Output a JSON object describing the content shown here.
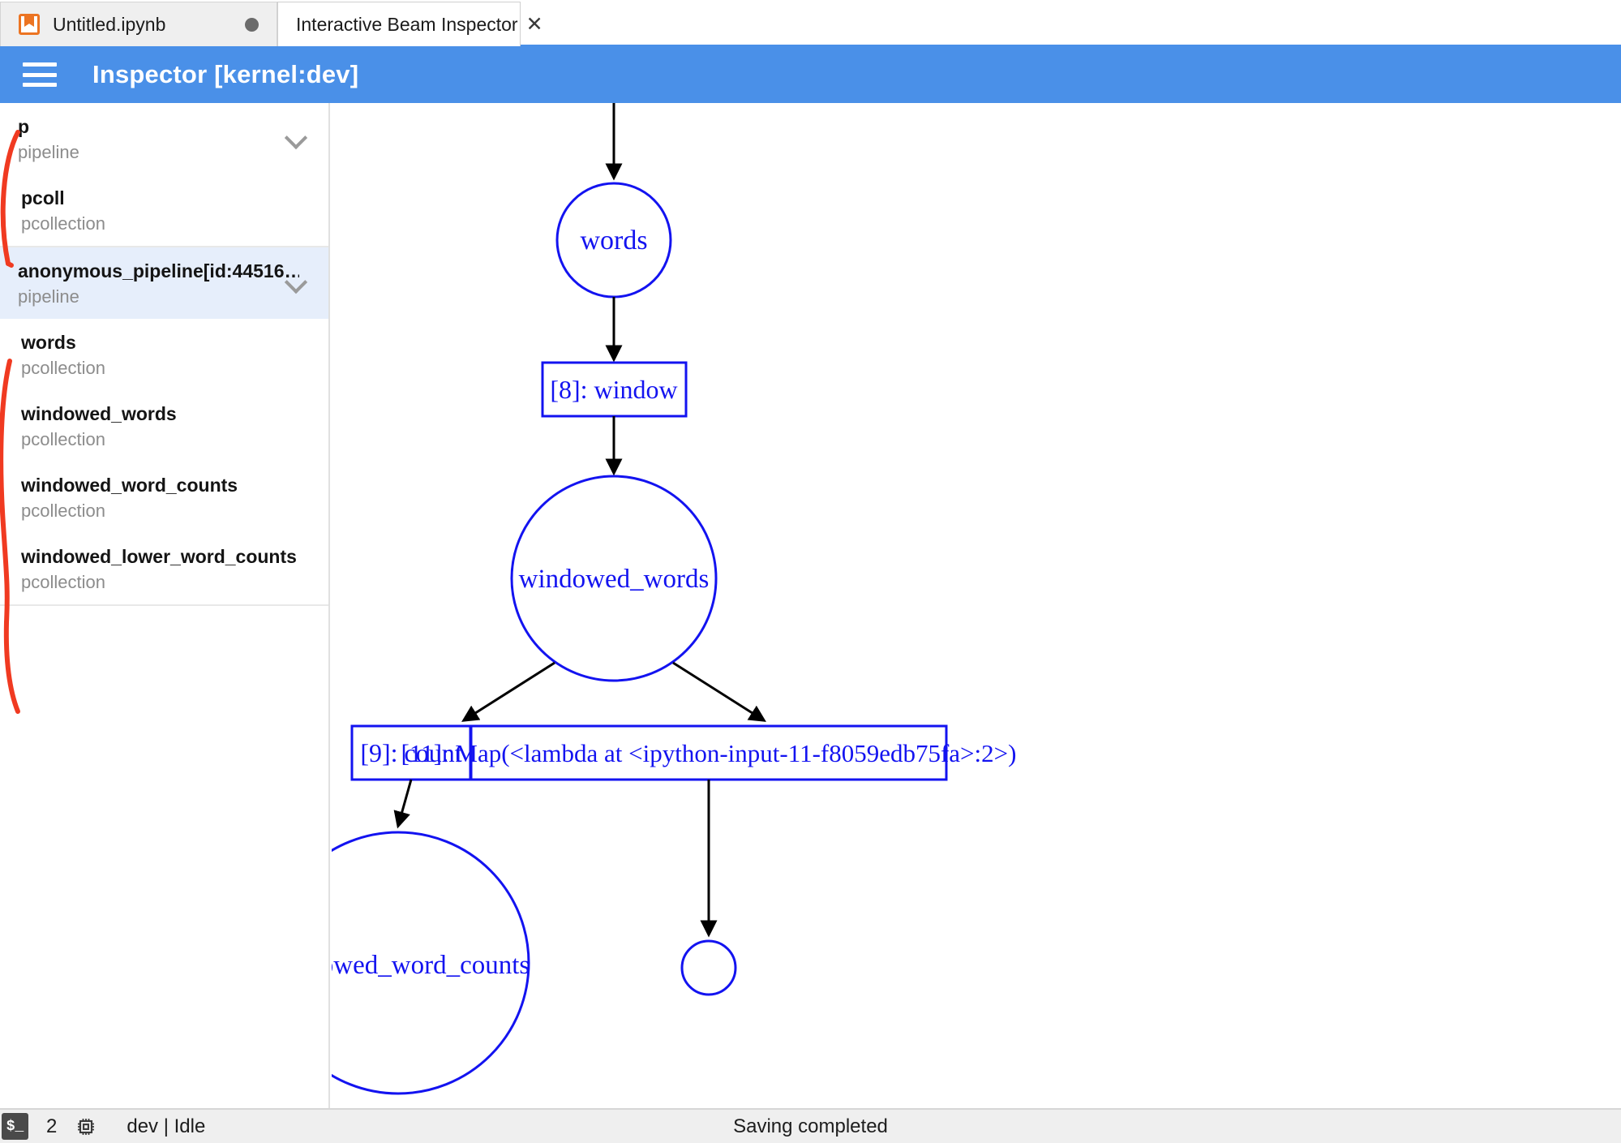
{
  "window": {
    "tabs": [
      {
        "label": "Untitled.ipynb",
        "icon": "notebook-icon",
        "active": false,
        "dirty": true
      },
      {
        "label": "Interactive Beam Inspector",
        "icon": "close-icon",
        "active": true,
        "dirty": false
      }
    ]
  },
  "header": {
    "menu_icon": "hamburger-icon",
    "title": "Inspector [kernel:dev]",
    "accent_color": "#4a90e8"
  },
  "sidebar": {
    "groups": [
      {
        "items": [
          {
            "name": "p",
            "type": "pipeline",
            "selected": false,
            "has_chevron": true,
            "indented": false
          },
          {
            "name": "pcoll",
            "type": "pcollection",
            "selected": false,
            "has_chevron": false,
            "indented": true
          }
        ]
      },
      {
        "items": [
          {
            "name": "anonymous_pipeline[id:44516…",
            "type": "pipeline",
            "selected": true,
            "has_chevron": true,
            "indented": false
          },
          {
            "name": "words",
            "type": "pcollection",
            "selected": false,
            "has_chevron": false,
            "indented": true
          },
          {
            "name": "windowed_words",
            "type": "pcollection",
            "selected": false,
            "has_chevron": false,
            "indented": true
          },
          {
            "name": "windowed_word_counts",
            "type": "pcollection",
            "selected": false,
            "has_chevron": false,
            "indented": true
          },
          {
            "name": "windowed_lower_word_counts",
            "type": "pcollection",
            "selected": false,
            "has_chevron": false,
            "indented": true
          }
        ]
      }
    ],
    "annotation_color": "#f03a21"
  },
  "graph": {
    "node_color": "#1313f0",
    "edge_color": "#000000",
    "nodes": [
      {
        "id": "words",
        "label": "words",
        "shape": "circle"
      },
      {
        "id": "window",
        "label": "[8]: window",
        "shape": "box"
      },
      {
        "id": "windowed_words",
        "label": "windowed_words",
        "shape": "circle"
      },
      {
        "id": "count",
        "label": "[9]: count",
        "shape": "box"
      },
      {
        "id": "map",
        "label": "[11]: Map(<lambda at <ipython-input-11-f8059edb75fa>:2>)",
        "shape": "box"
      },
      {
        "id": "windowed_word_counts",
        "label": "windowed_word_counts",
        "shape": "circle"
      },
      {
        "id": "unnamed_small",
        "label": "",
        "shape": "circle"
      }
    ],
    "edges": [
      {
        "from": "top",
        "to": "words"
      },
      {
        "from": "words",
        "to": "window"
      },
      {
        "from": "window",
        "to": "windowed_words"
      },
      {
        "from": "windowed_words",
        "to": "count"
      },
      {
        "from": "windowed_words",
        "to": "map"
      },
      {
        "from": "count",
        "to": "windowed_word_counts"
      },
      {
        "from": "map",
        "to": "unnamed_small"
      }
    ]
  },
  "statusbar": {
    "terminal_icon": "terminal-icon",
    "terminal_count": "2",
    "kernel_icon": "cpu-chip-icon",
    "kernel_status": "dev | Idle",
    "message": "Saving completed"
  }
}
